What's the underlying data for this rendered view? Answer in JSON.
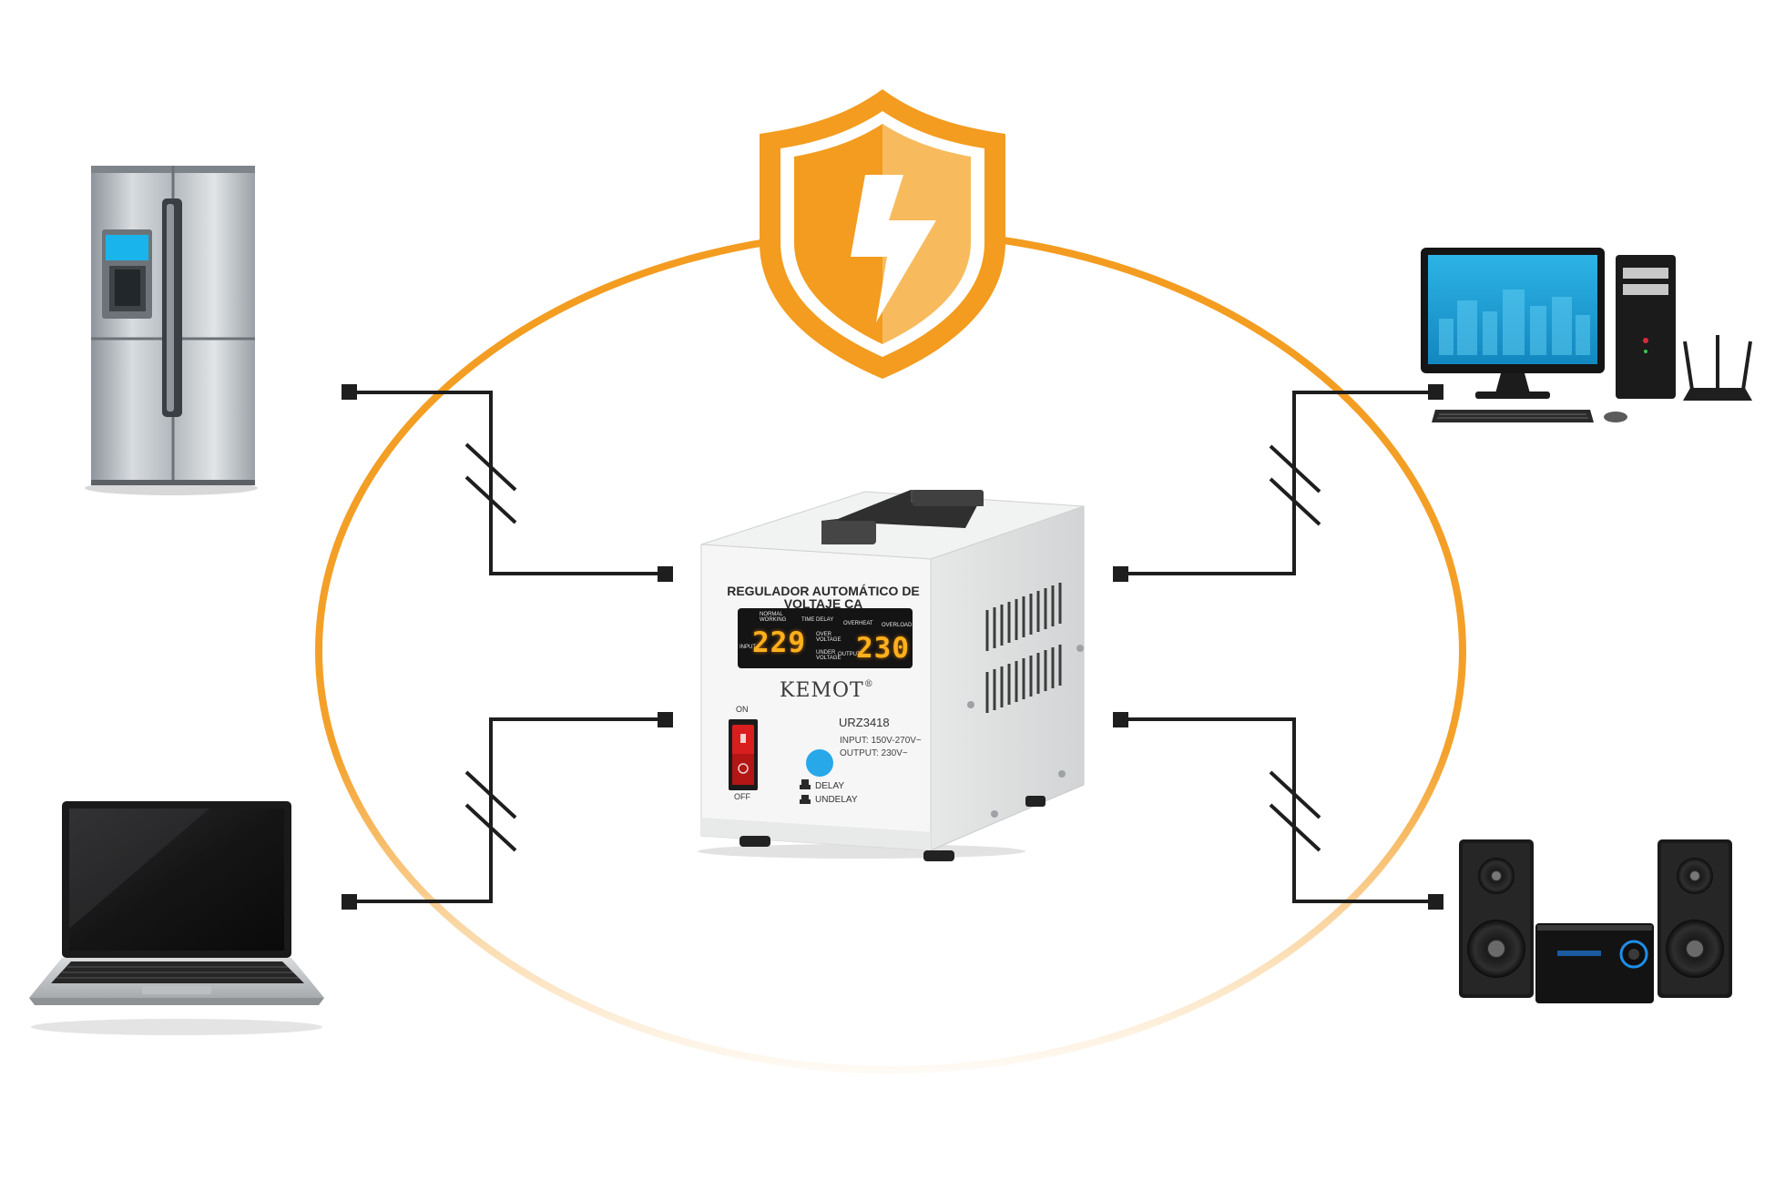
{
  "colors": {
    "ring": "#f39c1f",
    "shield": "#f39c1f",
    "shield_light": "#f7bb5e",
    "wire": "#1e1e1e",
    "display_digits": "#ffb01c",
    "switch_red": "#d81e1e",
    "delay_button": "#27a8e8"
  },
  "devices": {
    "top_left": "refrigerator-icon",
    "bottom_left": "laptop-icon",
    "top_right": "desktop-computer-icon",
    "bottom_right": "stereo-system-icon",
    "center": "voltage-regulator-icon",
    "top_center": "lightning-shield-icon"
  },
  "regulator": {
    "title_line1": "REGULADOR AUTOMÁTICO DE",
    "title_line2": "VOLTAJE CA",
    "brand": "KEMOT",
    "registered": "®",
    "model": "URZ3418",
    "input": "INPUT: 150V-270V~",
    "output": "OUTPUT: 230V~",
    "input_display": "229",
    "output_display": "230",
    "indicator_normal": "NORMAL WORKING",
    "indicator_delay": "TIME DELAY",
    "indicator_over": "OVER VOLTAGE",
    "indicator_under": "UNDER VOLTAGE",
    "indicator_overheat": "OVERHEAT",
    "indicator_overload": "OVERLOAD",
    "label_in": "INPUT",
    "label_out": "OUTPUT",
    "switch_on": "ON",
    "switch_off": "OFF",
    "delay": "DELAY",
    "undelay": "UNDELAY"
  }
}
